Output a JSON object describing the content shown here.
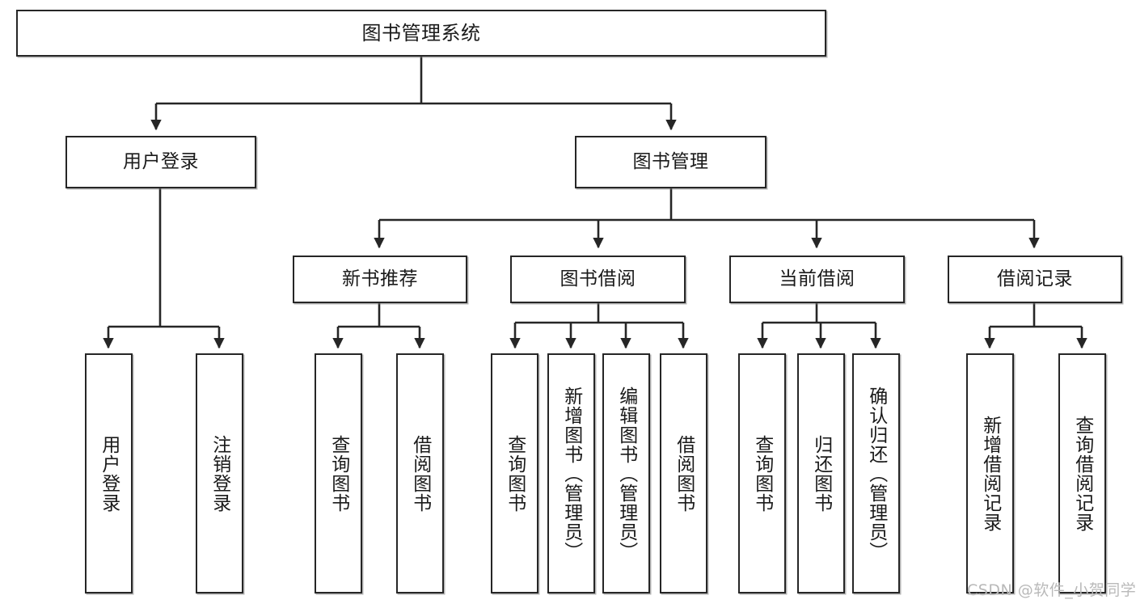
{
  "diagram": {
    "title": "图书管理系统",
    "watermark": "CSDN @软件_小贺同学",
    "colors": {
      "node_border": "#262626",
      "node_fill": "#ffffff",
      "edge": "#262626",
      "text": "#1a1a1a",
      "watermark": "#b9b9b9",
      "background": "#ffffff"
    },
    "nodes": {
      "root": {
        "label": "图书管理系统"
      },
      "level2": [
        {
          "id": "user-login",
          "label": "用户登录"
        },
        {
          "id": "book-manage",
          "label": "图书管理"
        }
      ],
      "level3": [
        {
          "id": "new-book-recommend",
          "label": "新书推荐"
        },
        {
          "id": "book-borrow",
          "label": "图书借阅"
        },
        {
          "id": "current-borrow",
          "label": "当前借阅"
        },
        {
          "id": "borrow-record",
          "label": "借阅记录"
        }
      ],
      "leaves": {
        "user-login": [
          {
            "id": "leaf-user-login",
            "label": "用户登录"
          },
          {
            "id": "leaf-logout-login",
            "label": "注销登录"
          }
        ],
        "new-book-recommend": [
          {
            "id": "leaf-query-book-1",
            "label": "查询图书"
          },
          {
            "id": "leaf-borrow-book-1",
            "label": "借阅图书"
          }
        ],
        "book-borrow": [
          {
            "id": "leaf-query-book-2",
            "label": "查询图书"
          },
          {
            "id": "leaf-add-book-admin",
            "label": "新增图书（管理员）"
          },
          {
            "id": "leaf-edit-book-admin",
            "label": "编辑图书（管理员）"
          },
          {
            "id": "leaf-borrow-book-2",
            "label": "借阅图书"
          }
        ],
        "current-borrow": [
          {
            "id": "leaf-query-book-3",
            "label": "查询图书"
          },
          {
            "id": "leaf-return-book",
            "label": "归还图书"
          },
          {
            "id": "leaf-confirm-return-admin",
            "label": "确认归还（管理员）"
          }
        ],
        "borrow-record": [
          {
            "id": "leaf-add-borrow-record",
            "label": "新增借阅记录"
          },
          {
            "id": "leaf-query-borrow-record",
            "label": "查询借阅记录"
          }
        ]
      }
    }
  }
}
